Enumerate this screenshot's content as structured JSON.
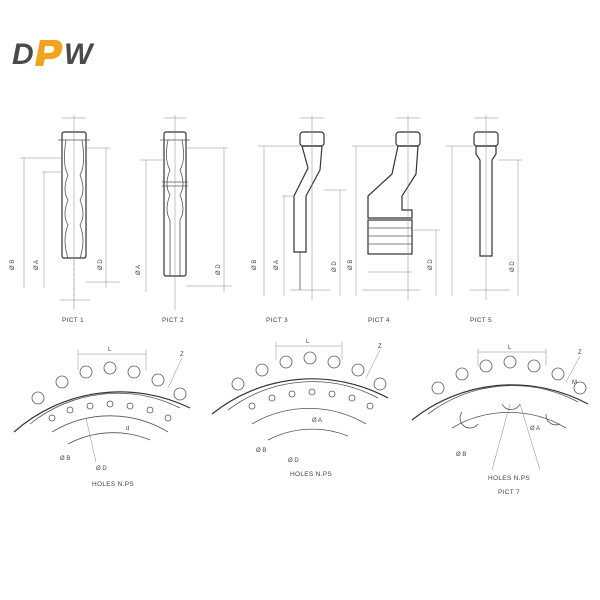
{
  "brand": {
    "part1": "D",
    "part2": "P",
    "part3": "W",
    "accent": "#f2a31b",
    "dark": "#4a4a4a"
  },
  "sections": [
    {
      "caption": "PICT 1"
    },
    {
      "caption": "PICT 2"
    },
    {
      "caption": "PICT 3"
    },
    {
      "caption": "PICT 4"
    },
    {
      "caption": "PICT 5"
    }
  ],
  "segments": [
    {
      "label": "HOLES N.PS"
    },
    {
      "label": "HOLES N.PS"
    },
    {
      "label": "HOLES N.PS",
      "caption": "PICT 7"
    }
  ],
  "dims": {
    "L": "L",
    "Z": "Z",
    "M": "M",
    "phiB": "Ø B",
    "phiA": "Ø A",
    "phiD": "Ø D",
    "d": "d"
  }
}
